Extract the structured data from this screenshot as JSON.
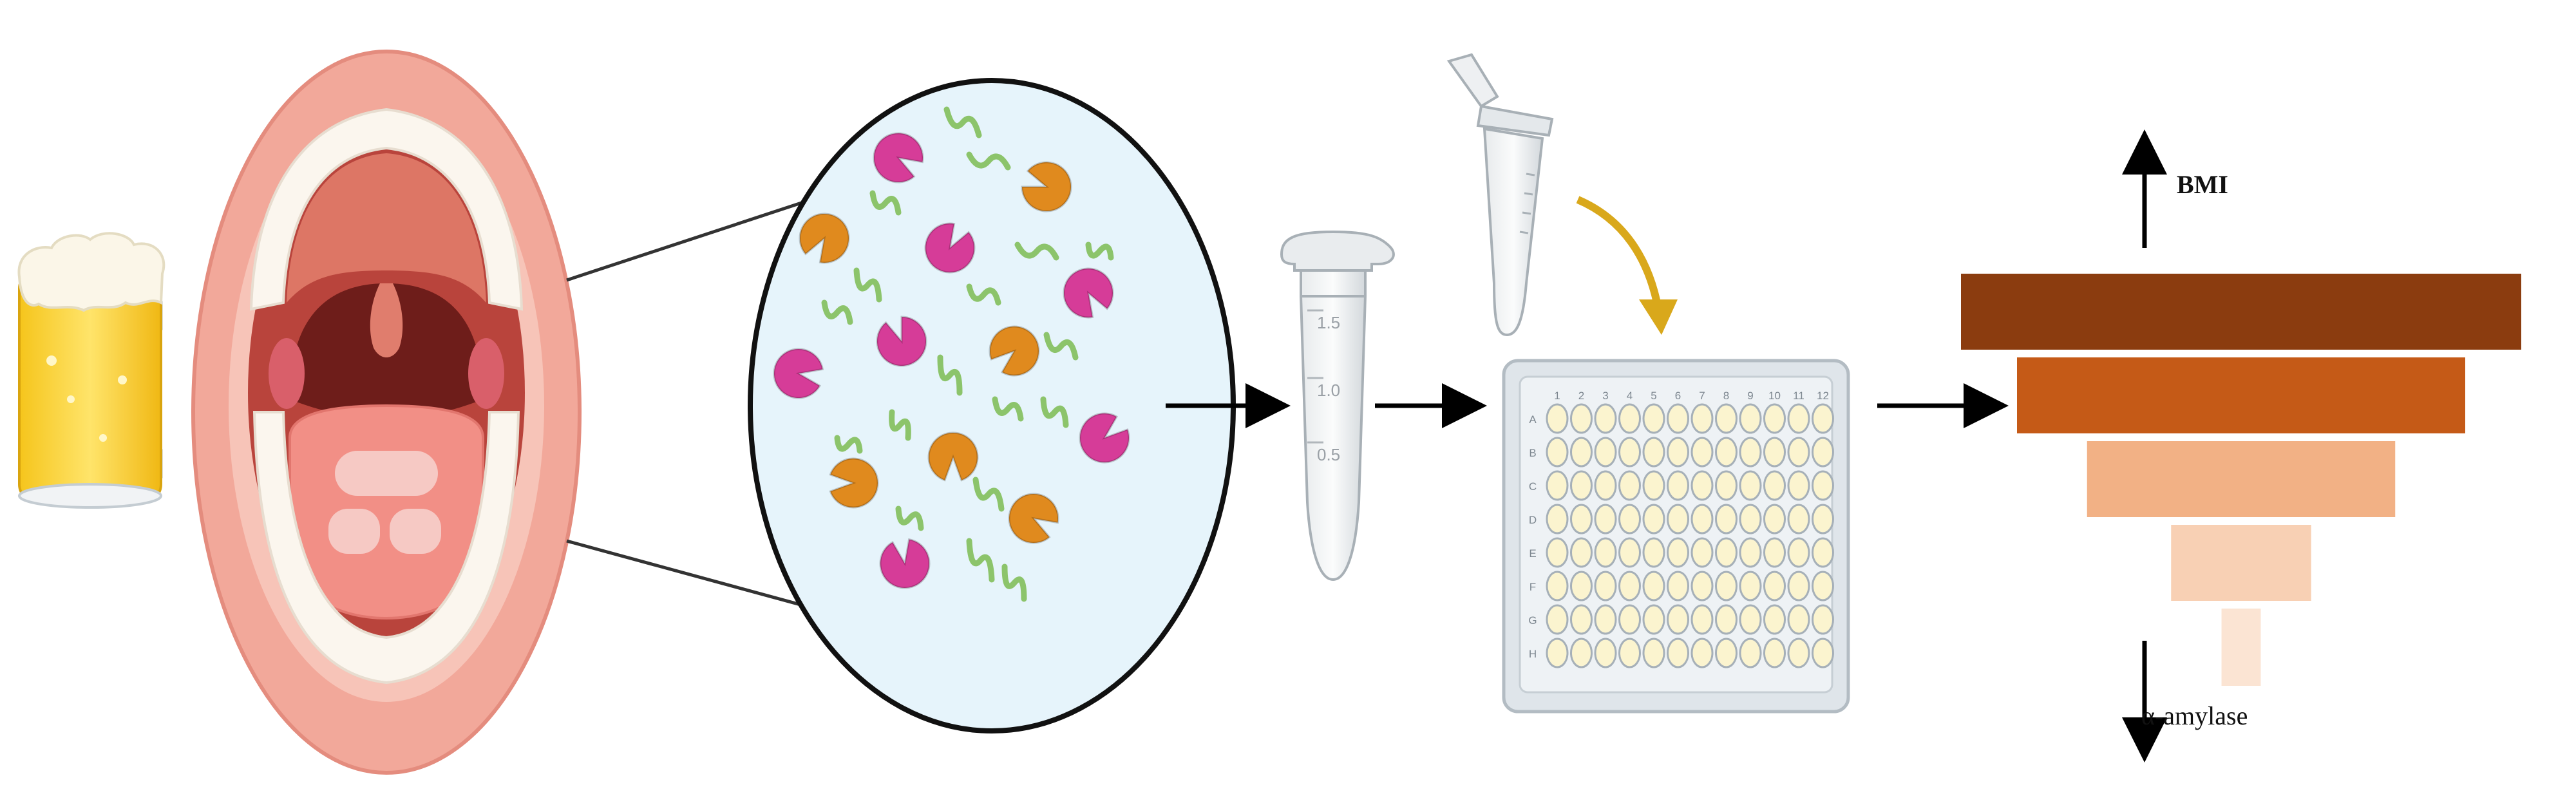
{
  "diagram": {
    "labels": {
      "bmi": "BMI",
      "amylase": "α-amylase"
    },
    "tube": {
      "marks": [
        "1.5",
        "1.0",
        "0.5"
      ]
    },
    "plate": {
      "columns": [
        "1",
        "2",
        "3",
        "4",
        "5",
        "6",
        "7",
        "8",
        "9",
        "10",
        "11",
        "12"
      ],
      "rows": [
        "A",
        "B",
        "C",
        "D",
        "E",
        "F",
        "G",
        "H"
      ]
    },
    "funnel": {
      "levels": [
        1,
        0.8,
        0.55,
        0.25,
        0.07
      ],
      "colors": [
        "#8b3c0f",
        "#c55a17",
        "#f2b185",
        "#f8d0b4",
        "#fbe4d3"
      ]
    },
    "molecules": {
      "enzyme_colors": [
        "#d63c98",
        "#e08a1e"
      ],
      "strand_color": "#8cc46b"
    },
    "icons": [
      "beer-mug-icon",
      "mouth-icon",
      "saliva-magnifier-icon",
      "microtube-icon",
      "pipette-tube-icon",
      "well-plate-icon",
      "bmi-up-arrow-icon",
      "amylase-down-arrow-icon",
      "funnel-chart-icon"
    ]
  }
}
